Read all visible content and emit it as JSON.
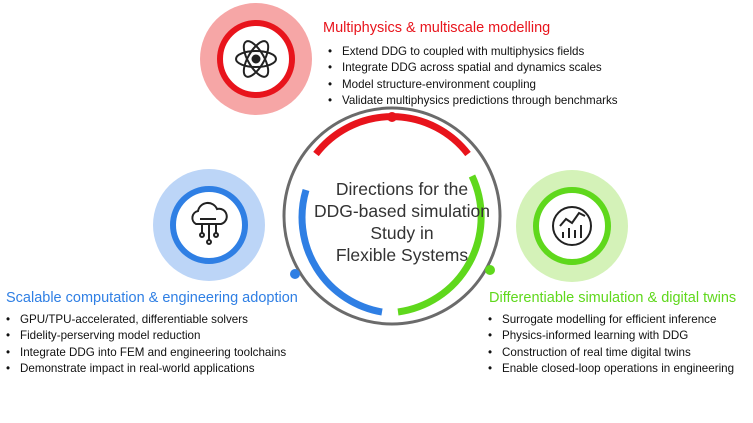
{
  "center": {
    "lines": [
      "Directions for the",
      "DDG-based simulation",
      "Study in",
      "Flexible Systems"
    ]
  },
  "sections": {
    "top": {
      "title": "Multiphysics & multiscale modelling",
      "color": "#e8141c",
      "icon": "atom-icon",
      "items": [
        "Extend DDG to coupled with multiphysics fields",
        "Integrate DDG across spatial and dynamics scales",
        "Model structure-environment coupling",
        "Validate multiphysics predictions through benchmarks"
      ]
    },
    "left": {
      "title": "Scalable computation & engineering adoption",
      "color": "#2f7fe4",
      "icon": "cloud-computing-icon",
      "items": [
        "GPU/TPU-accelerated, differentiable solvers",
        "Fidelity-perserving model reduction",
        "Integrate DDG into FEM and engineering toolchains",
        "Demonstrate impact in real-world applications"
      ]
    },
    "right": {
      "title": "Differentiable simulation & digital twins",
      "color": "#5fd81c",
      "icon": "analytics-chart-icon",
      "items": [
        "Surrogate modelling for efficient inference",
        "Physics-informed learning with DDG",
        "Construction of real time digital twins",
        "Enable closed-loop operations in engineering"
      ]
    }
  }
}
